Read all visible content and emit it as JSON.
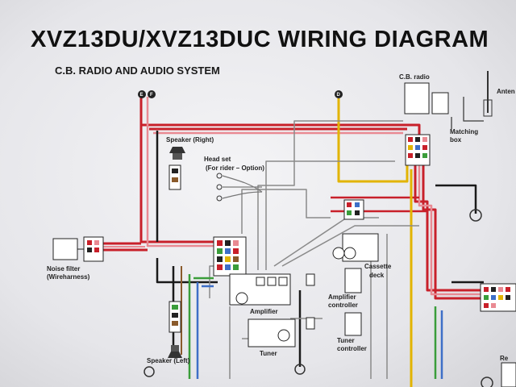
{
  "title": "XVZ13DU/XVZ13DUC WIRING DIAGRAM",
  "subtitle": "C.B. RADIO AND AUDIO SYSTEM",
  "components": {
    "speaker_right": "Speaker (Right)",
    "head_set": "Head set",
    "head_set_note": "(For rider – Option)",
    "noise_filter": "Noise filter",
    "noise_filter_note": "(Wireharness)",
    "amplifier": "Amplifier",
    "tuner": "Tuner",
    "speaker_left": "Speaker (Left)",
    "cb_radio": "C.B. radio",
    "antenna": "Anten",
    "matching_box": "Matching",
    "matching_box_2": "box",
    "cassette_deck": "Cassette",
    "cassette_deck_2": "deck",
    "amp_controller": "Amplifier",
    "amp_controller_2": "controller",
    "tuner_controller": "Tuner",
    "tuner_controller_2": "controller",
    "right_edge": "Re"
  },
  "terminals": {
    "e": "E",
    "f": "F",
    "d": "D"
  },
  "colors": {
    "paper": "#eeeef1",
    "red": "#c8202a",
    "pink": "#e98a93",
    "black": "#1a1a1a",
    "yellow": "#e2b400",
    "green": "#3a9d3a",
    "blue": "#3e6fc7",
    "grey": "#777777",
    "brown": "#8a5a2b"
  }
}
